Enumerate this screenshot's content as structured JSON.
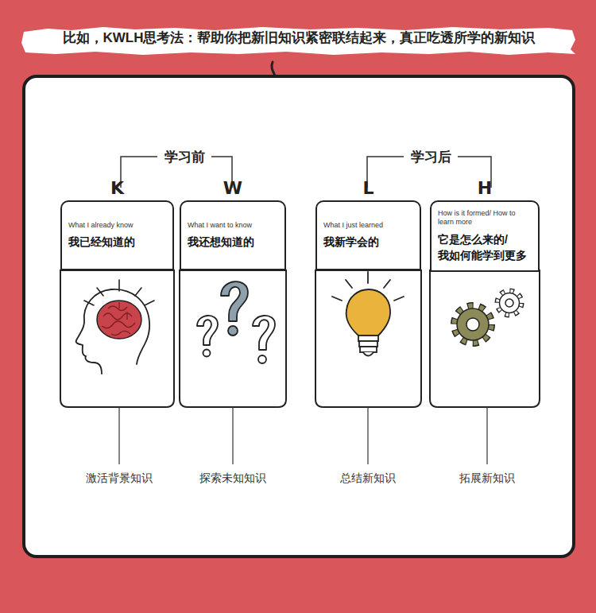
{
  "diagram": {
    "title": "比如，KWLH思考法：帮助你把新旧知识紧密联结起来，真正吃透所学的新知识",
    "nodes": [
      {
        "text": [
          "K",
          "What I already know",
          "我已经知道的"
        ]
      },
      {
        "text": [
          "W",
          "What I want to know",
          "我还想知道的"
        ]
      },
      {
        "text": [
          "L",
          "What I just learned",
          "我新学会的"
        ]
      },
      {
        "text": [
          "H",
          "How is it formed/ How to learn more",
          "它是怎么来的/ 我如何能学到更多"
        ]
      }
    ],
    "labels": [
      "学习前",
      "学习后",
      "激活背景知识",
      "探索未知知识",
      "总结新知识",
      "拓展新知识"
    ]
  }
}
